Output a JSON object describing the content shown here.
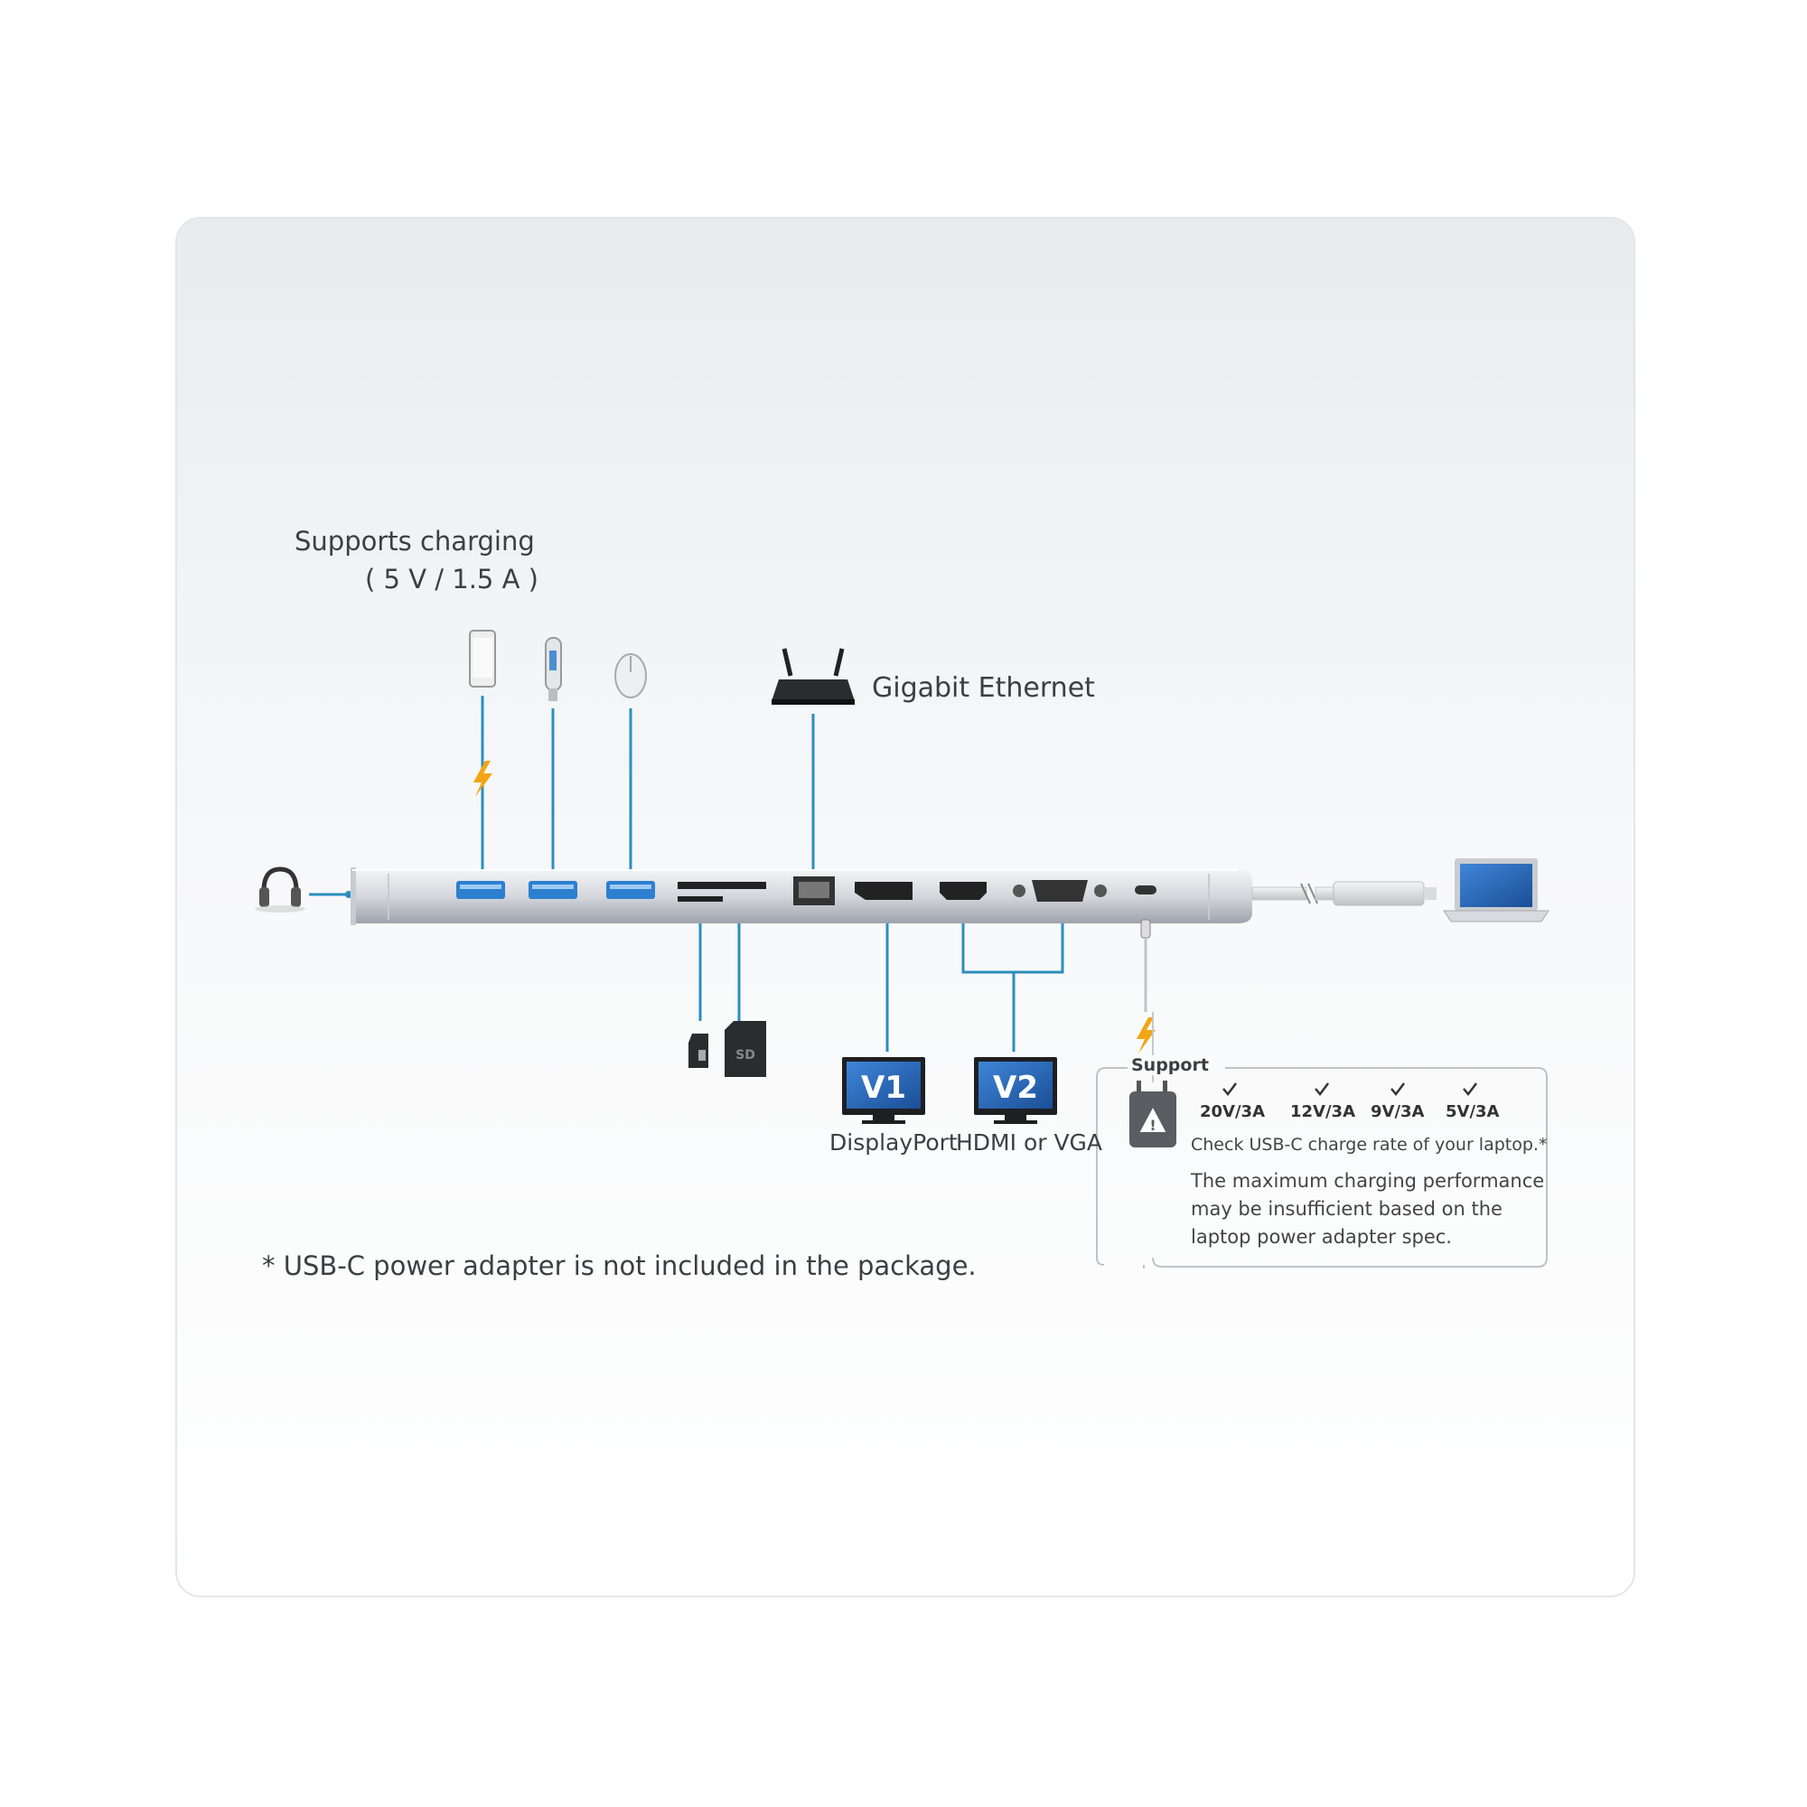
{
  "labels": {
    "charging_line1": "Supports charging",
    "charging_line2": "( 5 V / 1.5 A )",
    "gigabit_ethernet": "Gigabit Ethernet",
    "displayport": "DisplayPort",
    "hdmi_or_vga": "HDMI or VGA",
    "monitor1": "V1",
    "monitor2": "V2",
    "sd_card": "SD",
    "footnote": "* USB-C power adapter is not included in the package."
  },
  "support_box": {
    "title": "Support",
    "rates": [
      "20V/3A",
      "12V/3A",
      "9V/3A",
      "5V/3A"
    ],
    "check_note": "Check USB-C charge rate of your laptop.*",
    "warning": "The maximum charging performance may be insufficient based on the laptop power adapter spec."
  },
  "colors": {
    "connector_line": "#2a8fc0",
    "usb_port": "#3a8fd6",
    "monitor_blue": "#2767b8",
    "lightning": "#f2a515",
    "text": "#3b3f44"
  },
  "icons": [
    "headphones-icon",
    "phone-icon",
    "usb-flash-drive-icon",
    "mouse-icon",
    "router-icon",
    "micro-sd-icon",
    "sd-card-icon",
    "monitor-icon",
    "power-adapter-icon",
    "laptop-icon",
    "lightning-icon",
    "checkmark-icon"
  ]
}
